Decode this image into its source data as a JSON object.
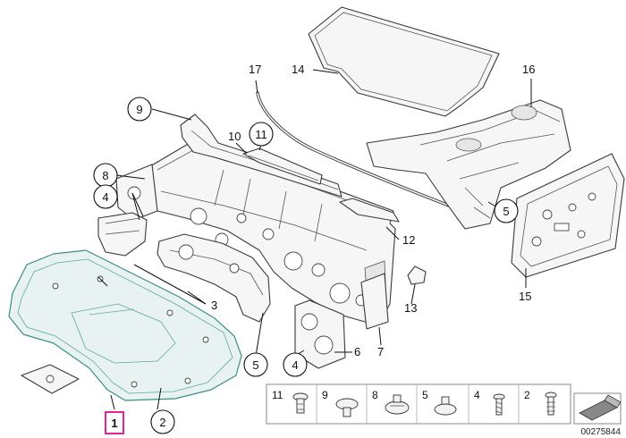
{
  "diagram": {
    "reference_number": "00275844",
    "part_labels": {
      "p1": "1",
      "p2": "2",
      "p3": "3",
      "p4a": "4",
      "p4b": "4",
      "p5a": "5",
      "p5b": "5",
      "p6": "6",
      "p7": "7",
      "p8": "8",
      "p9": "9",
      "p10": "10",
      "p11": "11",
      "p12": "12",
      "p13": "13",
      "p14": "14",
      "p15": "15",
      "p16": "16",
      "p17": "17"
    },
    "legend": [
      {
        "label": "11",
        "icon": "push-clip-icon"
      },
      {
        "label": "9",
        "icon": "mushroom-clip-icon"
      },
      {
        "label": "8",
        "icon": "round-clip-icon"
      },
      {
        "label": "5",
        "icon": "expansion-rivet-icon"
      },
      {
        "label": "4",
        "icon": "screw-clip-icon"
      },
      {
        "label": "2",
        "icon": "fir-tree-clip-icon"
      }
    ],
    "highlight_color": "#e0229a",
    "accent_color": "#3a8f88"
  }
}
